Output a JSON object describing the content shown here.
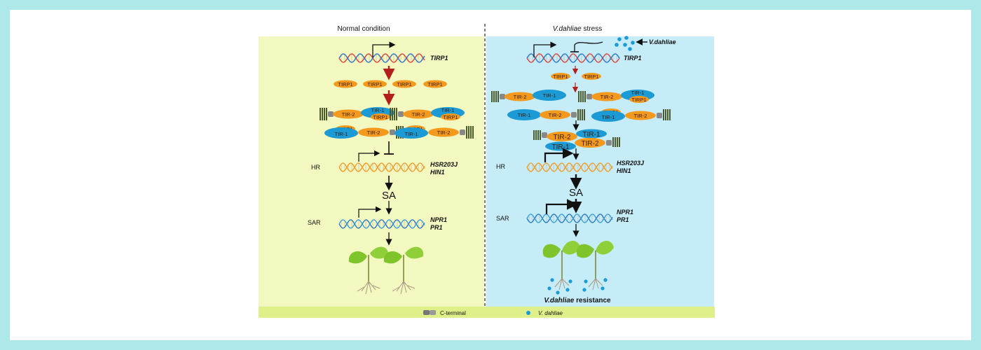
{
  "left_panel": {
    "heading": "Normal condition",
    "gene_tirp1": "TIRP1",
    "protein_label": "TIRP1",
    "tir2_label": "TIR-2",
    "tir1_label": "TIR-1",
    "hr_label": "HR",
    "hr_gene_1": "HSR203J",
    "hr_gene_2": "HIN1",
    "sa_label": "SA",
    "sar_label": "SAR",
    "sar_gene_1": "NPR1",
    "sar_gene_2": "PR1"
  },
  "right_panel": {
    "heading_italic": "V.dahliae",
    "heading_rest": " stress",
    "pathogen_label": "V.dahliae",
    "gene_tirp1": "TIRP1",
    "protein_label": "TIRP1",
    "tir2_label": "TIR-2",
    "tir1_label": "TIR-1",
    "hr_label": "HR",
    "hr_gene_1": "HSR203J",
    "hr_gene_2": "HIN1",
    "sa_label": "SA",
    "sar_label": "SAR",
    "sar_gene_1": "NPR1",
    "sar_gene_2": "PR1",
    "resistance_italic": "V.dahliae",
    "resistance_rest": "  resistance"
  },
  "legend": {
    "c_terminal": "C-terminal",
    "v_dahliae": "V. dahliae"
  },
  "colors": {
    "left_bg": "#f3f7c0",
    "right_bg": "#c6ecf8",
    "orange": "#f39a1e",
    "blue": "#1b9ad6",
    "red_arrow": "#b3201c",
    "dna_red": "#d8453a",
    "dna_blue": "#2a78c8",
    "leaf_green": "#7ec42a"
  }
}
